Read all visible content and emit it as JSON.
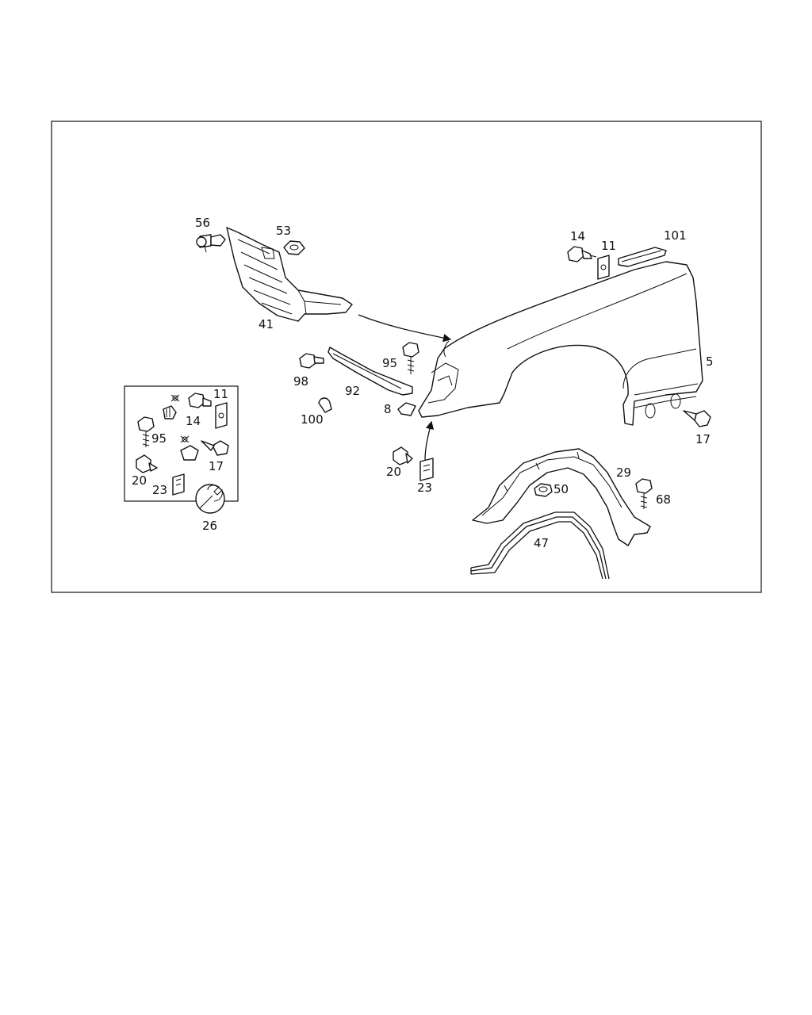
{
  "diagram": {
    "labels": {
      "p56": "56",
      "p53": "53",
      "p41": "41",
      "p14a": "14",
      "p11a": "11",
      "p101": "101",
      "p5": "5",
      "p98": "98",
      "p95a": "95",
      "p92": "92",
      "p100": "100",
      "p8": "8",
      "p17a": "17",
      "p20a": "20",
      "p23a": "23",
      "p29": "29",
      "p50": "50",
      "p68": "68",
      "p47": "47",
      "inset": {
        "p11": "11",
        "p14": "14",
        "p95": "95",
        "p17": "17",
        "p20": "20",
        "p23": "23",
        "p26": "26"
      }
    }
  }
}
